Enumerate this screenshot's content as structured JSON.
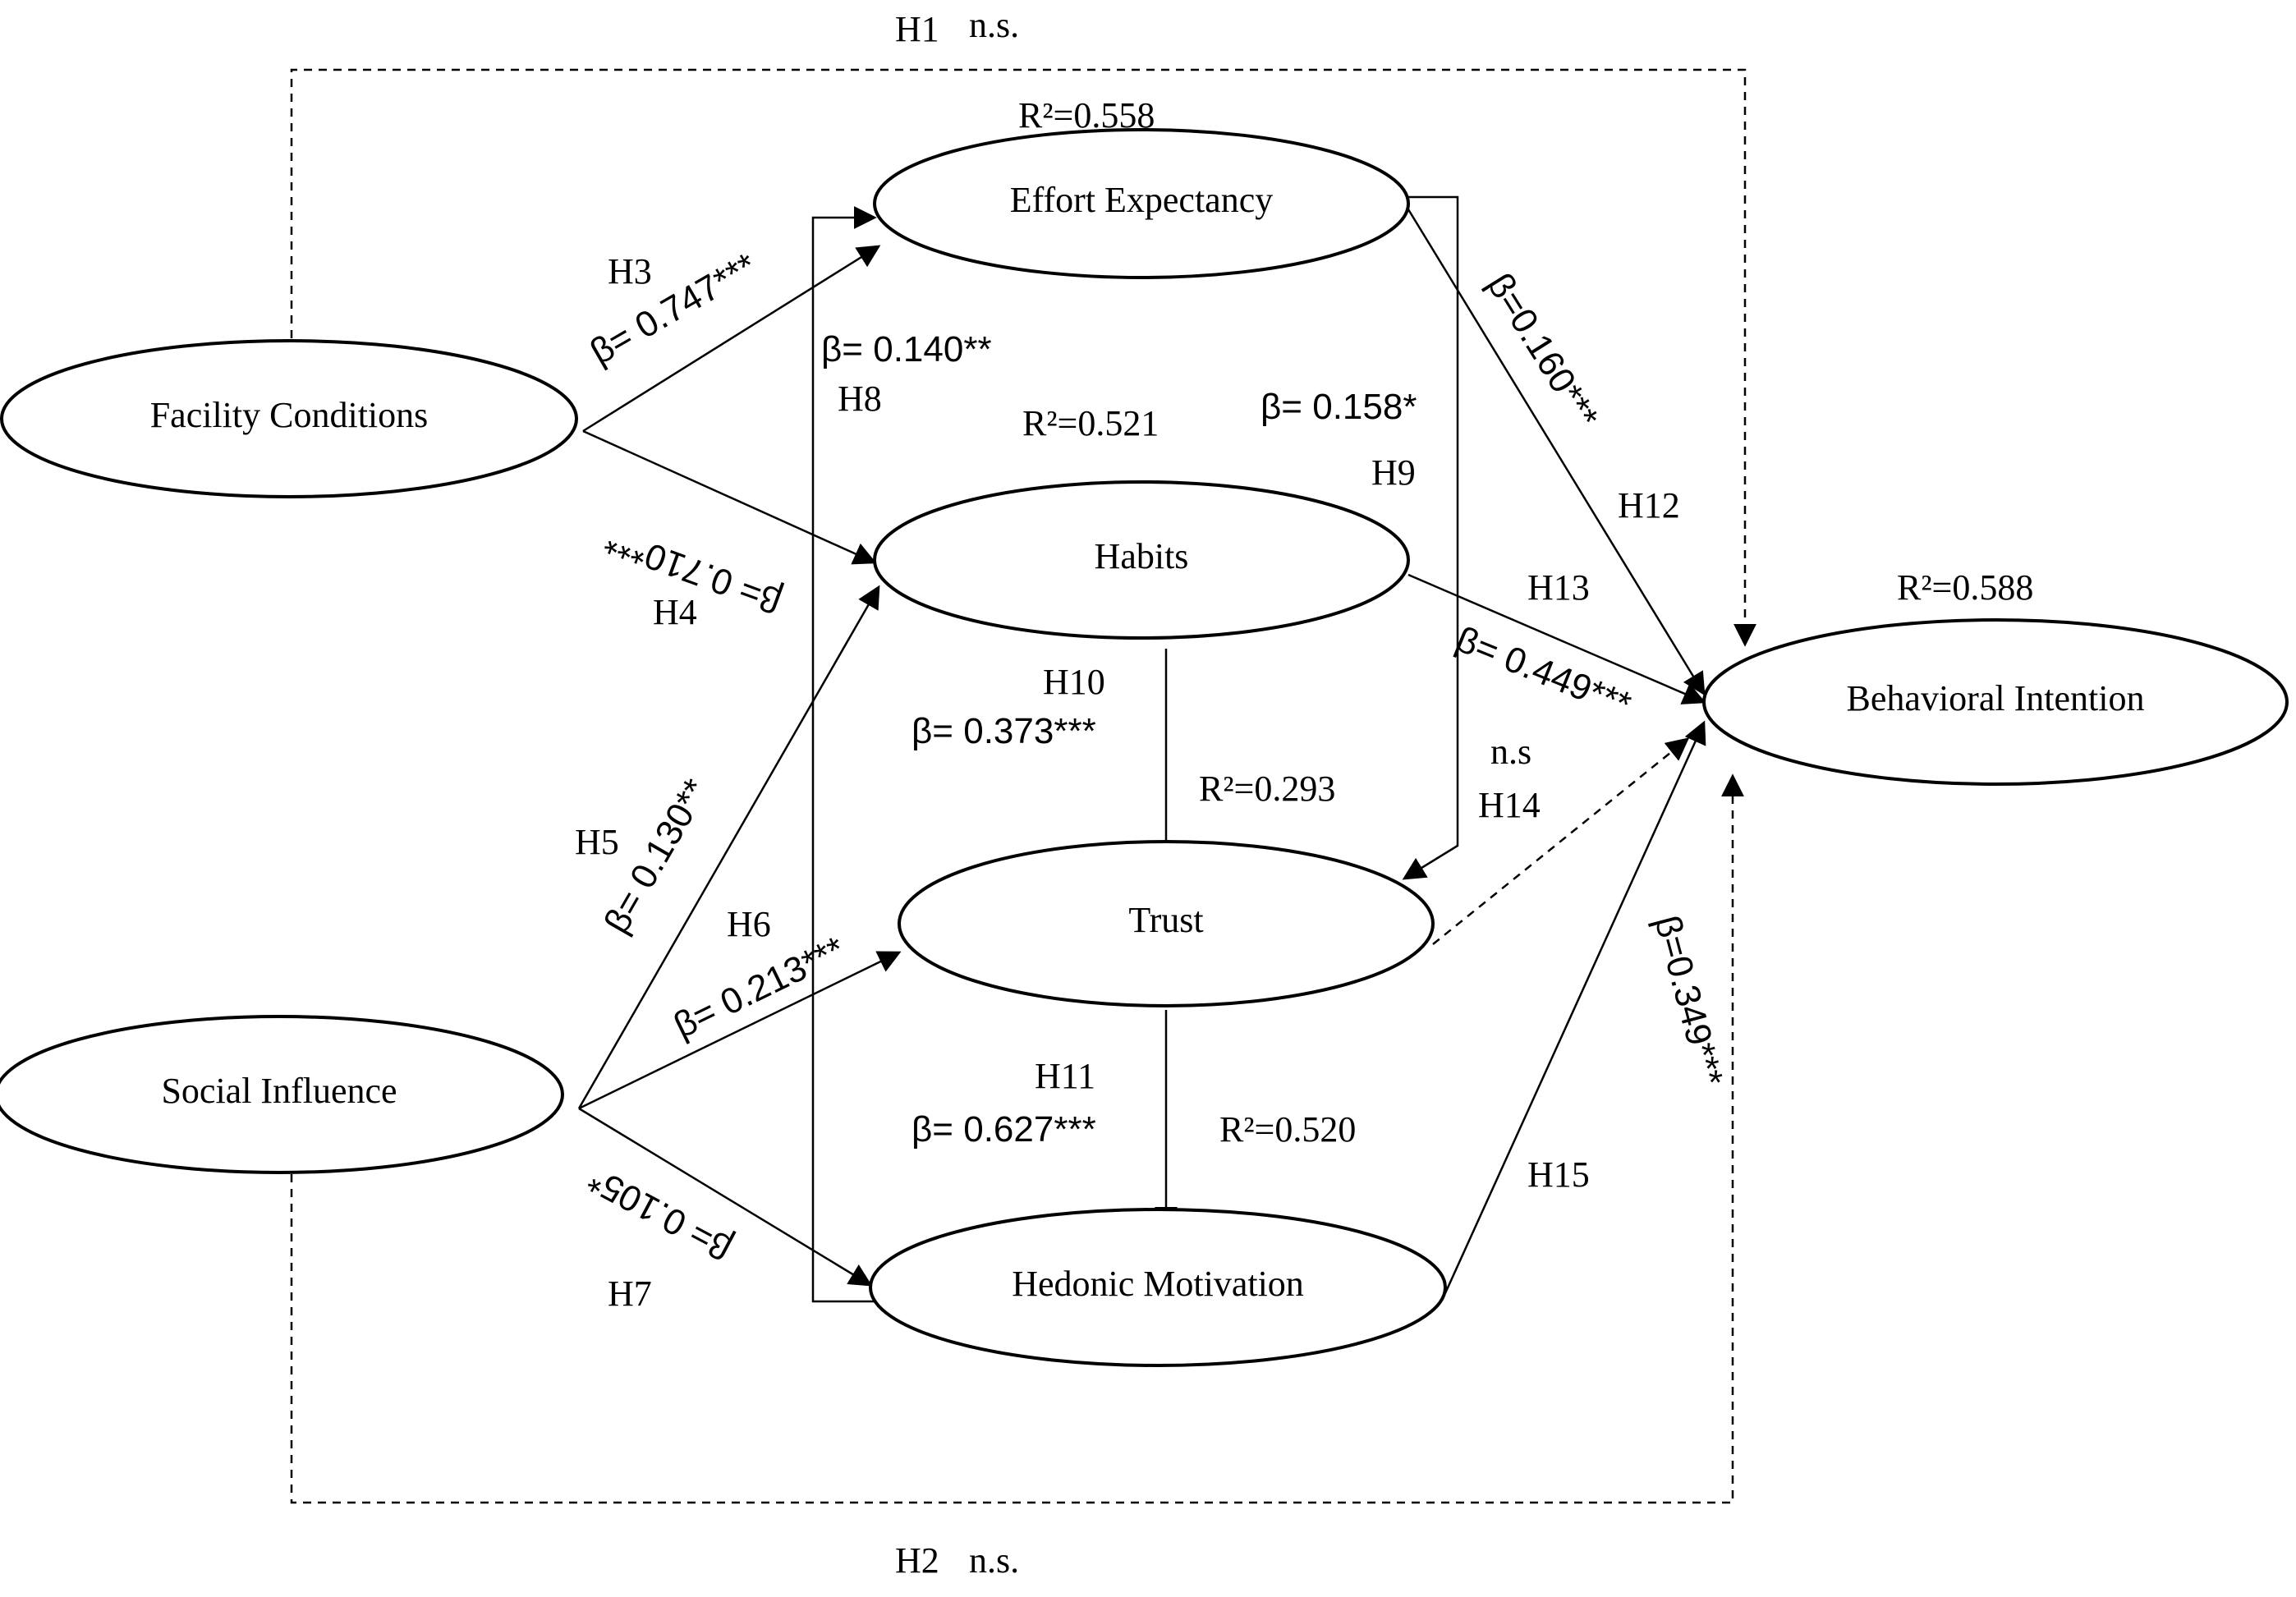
{
  "nodes": {
    "facility_conditions": "Facility Conditions",
    "social_influence": "Social Influence",
    "effort_expectancy": "Effort Expectancy",
    "habits": "Habits",
    "trust": "Trust",
    "hedonic_motivation": "Hedonic Motivation",
    "behavioral_intention": "Behavioral Intention"
  },
  "r_squared": {
    "effort_expectancy": "R²=0.558",
    "habits": "R²=0.521",
    "trust": "R²=0.293",
    "hedonic_motivation": "R²=0.520",
    "behavioral_intention": "R²=0.588"
  },
  "hypotheses": {
    "h1": {
      "id": "H1",
      "result": "n.s."
    },
    "h2": {
      "id": "H2",
      "result": "n.s."
    },
    "h3": {
      "id": "H3",
      "beta": "β= 0.747***"
    },
    "h4": {
      "id": "H4",
      "beta": "β= 0.710***"
    },
    "h5": {
      "id": "H5",
      "beta": "β= 0.130**"
    },
    "h6": {
      "id": "H6",
      "beta": "β= 0.213***"
    },
    "h7": {
      "id": "H7",
      "beta": "β= 0.105*"
    },
    "h8": {
      "id": "H8",
      "beta": "β= 0.140**"
    },
    "h9": {
      "id": "H9",
      "beta": "β= 0.158*"
    },
    "h10": {
      "id": "H10",
      "beta": "β= 0.373***"
    },
    "h11": {
      "id": "H11",
      "beta": "β= 0.627***"
    },
    "h12": {
      "id": "H12",
      "beta": "β=0.160***"
    },
    "h13": {
      "id": "H13",
      "beta": "β= 0.449***"
    },
    "h14": {
      "id": "H14",
      "result": "n.s"
    },
    "h15": {
      "id": "H15",
      "beta": "β=0.349***"
    }
  }
}
